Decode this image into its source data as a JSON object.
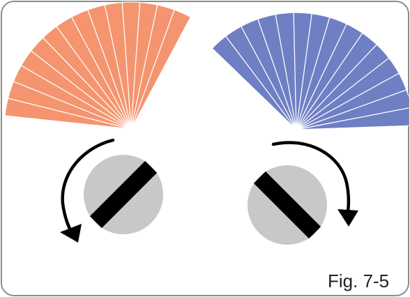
{
  "figure": {
    "label": "Fig. 7-5"
  },
  "colors": {
    "frame_border": "#8c8c8c",
    "left_fan": "#f4956f",
    "right_fan": "#6f7fc4",
    "fan_divider": "#ffffff",
    "screw_fill": "#c8c8c8",
    "screw_slot": "#000000",
    "arrow": "#000000"
  },
  "icons": {
    "left_screw": "screw-head-slotted",
    "right_screw": "screw-head-slotted",
    "left_arrow": "rotate-counterclockwise-arrow",
    "right_arrow": "rotate-clockwise-arrow"
  }
}
